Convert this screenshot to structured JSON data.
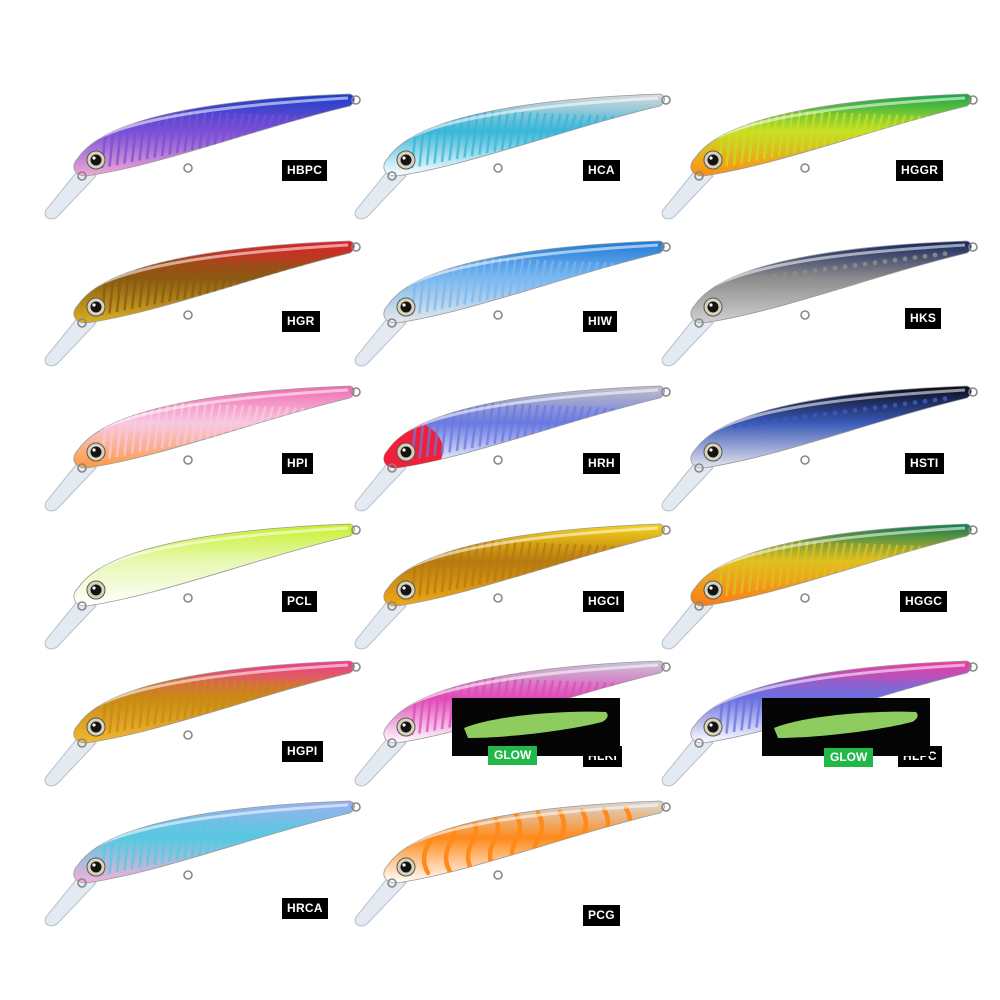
{
  "lures": [
    {
      "code": "HBPC",
      "back": "#1a3ec8",
      "belly": "#f2a8d4",
      "pattern": "#7a4fd6",
      "marking": "stripes"
    },
    {
      "code": "HCA",
      "back": "#d9d9d9",
      "belly": "#ffffff",
      "pattern": "#39b6d8",
      "marking": "stripes"
    },
    {
      "code": "HGGR",
      "back": "#14a64a",
      "belly": "#ff8c14",
      "pattern": "#c6e024",
      "marking": "stripes"
    },
    {
      "code": "HGR",
      "back": "#e0202a",
      "belly": "#d9b020",
      "pattern": "#8a5a12",
      "marking": "stripes"
    },
    {
      "code": "HIW",
      "back": "#1e78d6",
      "belly": "#e8e8e8",
      "pattern": "#7ab8f0",
      "marking": "stripes"
    },
    {
      "code": "HKS",
      "back": "#12245e",
      "belly": "#d0d0d0",
      "pattern": "#8c8c8c",
      "marking": "dots"
    },
    {
      "code": "HPI",
      "back": "#f06ab0",
      "belly": "#ff9a40",
      "pattern": "#f8c8e0",
      "marking": "stripes"
    },
    {
      "code": "HRH",
      "back": "#c0c0c8",
      "belly": "#ffffff",
      "pattern": "#6a7ae0",
      "marking": "stripes",
      "head": "#f0203a"
    },
    {
      "code": "HSTI",
      "back": "#0a0a18",
      "belly": "#e6e6ee",
      "pattern": "#3a5ab8",
      "marking": "dots"
    },
    {
      "code": "PCL",
      "back": "#c8f028",
      "belly": "#ffffff",
      "pattern": "#e6f8b0",
      "marking": "none"
    },
    {
      "code": "HGCI",
      "back": "#f6d21a",
      "belly": "#f0a818",
      "pattern": "#b87a10",
      "marking": "stripes"
    },
    {
      "code": "HGGC",
      "back": "#0e7a52",
      "belly": "#ff7a14",
      "pattern": "#e0c020",
      "marking": "stripes"
    },
    {
      "code": "HGPI",
      "back": "#f03a96",
      "belly": "#f2b830",
      "pattern": "#c88a14",
      "marking": "stripes"
    },
    {
      "code": "HLKI",
      "back": "#c8c8d8",
      "belly": "#ffffff",
      "pattern": "#e04ab8",
      "marking": "stripes",
      "glow": "GLOW"
    },
    {
      "code": "HLPC",
      "back": "#f03aa0",
      "belly": "#ffffff",
      "pattern": "#6a70e0",
      "marking": "stripes",
      "glow": "GLOW"
    },
    {
      "code": "HRCA",
      "back": "#9ab0f0",
      "belly": "#f6b0d8",
      "pattern": "#58c8e0",
      "marking": "stripes"
    },
    {
      "code": "PCG",
      "back": "#d8d8d8",
      "belly": "#ffffff",
      "pattern": "#ff8a1a",
      "marking": "chevrons"
    }
  ],
  "glow_badge_color": "#22b848",
  "glow_body_color": "#a8f070"
}
